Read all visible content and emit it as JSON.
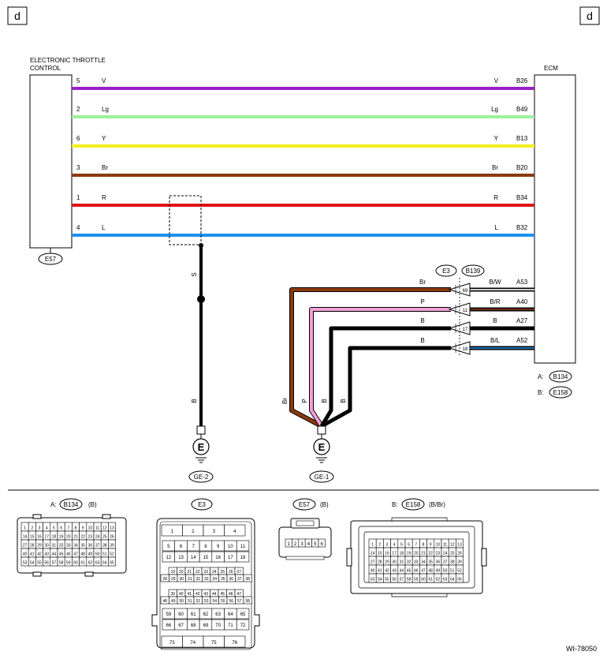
{
  "corner_left": "d",
  "corner_right": "d",
  "etc": {
    "line1": "ELECTRONIC THROTTLE",
    "line2": "CONTROL",
    "connector": "E57"
  },
  "ecm": {
    "label": "ECM",
    "conn_a_prefix": "A:",
    "conn_a": "B134",
    "conn_b_prefix": "B:",
    "conn_b": "E158"
  },
  "wires": [
    {
      "pin": "5",
      "code": "V",
      "end_code": "V",
      "term": "B26",
      "color": "#9a1fc7"
    },
    {
      "pin": "2",
      "code": "Lg",
      "end_code": "Lg",
      "term": "B49",
      "color": "#9df09d"
    },
    {
      "pin": "6",
      "code": "Y",
      "end_code": "Y",
      "term": "B13",
      "color": "#f5ee1e"
    },
    {
      "pin": "3",
      "code": "Br",
      "end_code": "Br",
      "term": "B20",
      "color": "#8b3a0e"
    },
    {
      "pin": "1",
      "code": "R",
      "end_code": "R",
      "term": "B34",
      "color": "#e01414"
    },
    {
      "pin": "4",
      "code": "L",
      "end_code": "L",
      "term": "B32",
      "color": "#1e90f0"
    }
  ],
  "shield": {
    "code": "S",
    "ground_code": "B",
    "ground_label": "E",
    "ground_name": "GE-2"
  },
  "ground_block": {
    "conn_left": "E3",
    "conn_right": "B139",
    "wires": [
      {
        "code": "Br",
        "pin": "69",
        "ecm_code": "B/W",
        "term": "A53",
        "vert_code": "Br",
        "color": "#8b3a0e"
      },
      {
        "code": "P",
        "pin": "11",
        "ecm_code": "B/R",
        "term": "A40",
        "vert_code": "P",
        "color": "#f2a0d6"
      },
      {
        "code": "B",
        "pin": "17",
        "ecm_code": "B",
        "term": "A27",
        "vert_code": "B",
        "color": "#000000"
      },
      {
        "code": "B",
        "pin": "18",
        "ecm_code": "B/L",
        "term": "A52",
        "vert_code": "B",
        "color": "#000000"
      }
    ],
    "ground_label": "E",
    "ground_name": "GE-1"
  },
  "connectors": {
    "a": {
      "prefix": "A:",
      "name": "B134",
      "suffix": "(B)",
      "rows": [
        [
          "1",
          "2",
          "3",
          "4",
          "5",
          "6",
          "7",
          "8",
          "9",
          "10",
          "11",
          "12",
          "13"
        ],
        [
          "14",
          "15",
          "16",
          "17",
          "18",
          "19",
          "20",
          "21",
          "22",
          "23",
          "24",
          "25",
          "26"
        ],
        [
          "27",
          "28",
          "29",
          "30",
          "31",
          "32",
          "33",
          "34",
          "35",
          "36",
          "37",
          "38",
          "39"
        ],
        [
          "40",
          "41",
          "42",
          "43",
          "44",
          "45",
          "46",
          "47",
          "48",
          "49",
          "50",
          "51",
          "52"
        ],
        [
          "53",
          "54",
          "55",
          "56",
          "57",
          "58",
          "59",
          "60",
          "61",
          "62",
          "63",
          "64",
          "65"
        ]
      ]
    },
    "e3": {
      "name": "E3",
      "rows": [
        [
          "1",
          "2",
          "3",
          "4"
        ],
        [
          "5",
          "6",
          "7",
          "8",
          "9",
          "10",
          "11"
        ],
        [
          "12",
          "13",
          "14",
          "15",
          "16",
          "17",
          "18"
        ],
        [
          "19",
          "20",
          "21",
          "22",
          "23",
          "24",
          "25",
          "26",
          "27"
        ],
        [
          "28",
          "29",
          "30",
          "31",
          "32",
          "33",
          "34",
          "35",
          "36",
          "37",
          "38"
        ],
        [
          "39",
          "40",
          "41",
          "42",
          "43",
          "44",
          "45",
          "46",
          "47"
        ],
        [
          "48",
          "49",
          "50",
          "51",
          "52",
          "53",
          "54",
          "55",
          "56",
          "57",
          "58"
        ],
        [
          "59",
          "60",
          "61",
          "62",
          "63",
          "64",
          "65"
        ],
        [
          "66",
          "67",
          "68",
          "69",
          "70",
          "71",
          "72"
        ],
        [
          "73",
          "74",
          "75",
          "76"
        ]
      ]
    },
    "e57": {
      "name": "E57",
      "suffix": "(B)",
      "pins": [
        "1",
        "2",
        "3",
        "4",
        "5",
        "6"
      ]
    },
    "b": {
      "prefix": "B:",
      "name": "E158",
      "suffix": "(B/Br)",
      "rows": [
        [
          "1",
          "2",
          "3",
          "4",
          "5",
          "6",
          "7",
          "8",
          "9",
          "10",
          "11",
          "12",
          "13"
        ],
        [
          "14",
          "15",
          "16",
          "17",
          "18",
          "19",
          "20",
          "21",
          "22",
          "23",
          "24",
          "25",
          "26"
        ],
        [
          "27",
          "28",
          "29",
          "30",
          "31",
          "32",
          "33",
          "34",
          "35",
          "36",
          "37",
          "38",
          "39"
        ],
        [
          "40",
          "41",
          "42",
          "43",
          "44",
          "45",
          "46",
          "47",
          "48",
          "49",
          "50",
          "51",
          "52"
        ],
        [
          "53",
          "54",
          "55",
          "56",
          "57",
          "58",
          "59",
          "60",
          "61",
          "62",
          "63",
          "64",
          "65"
        ]
      ]
    }
  },
  "figure_id": "WI-78050"
}
